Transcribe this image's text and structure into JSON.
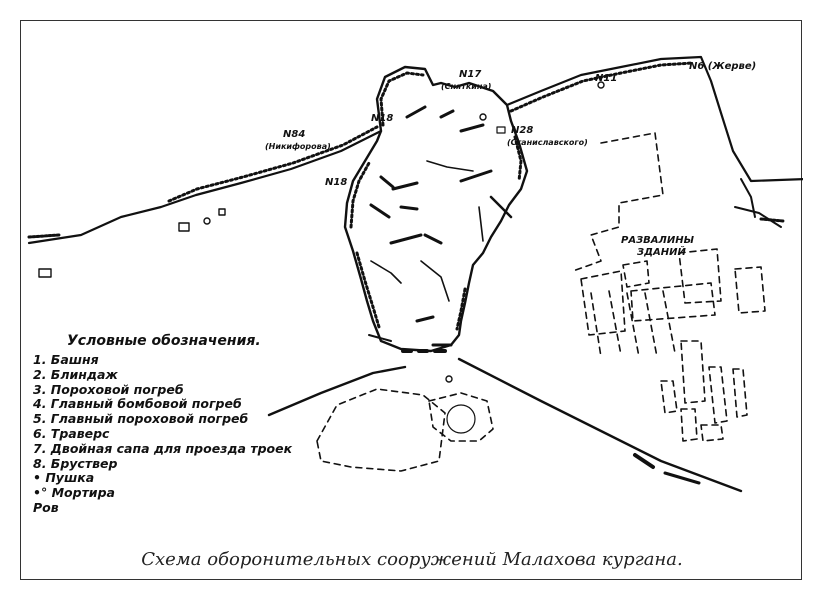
{
  "labels": {
    "n6": "N6 (Жерве)",
    "n11": "N11",
    "n17": "N17",
    "n17_sub": "(Сняткина)",
    "n18_top": "N18",
    "n18_left": "N18",
    "n84": "N84",
    "n84_sub": "(Никифорова)",
    "n28": "N28",
    "n28_sub": "(Станиславского)",
    "ruins_line1": "РАЗВАЛИНЫ",
    "ruins_line2": "ЗДАНИЙ"
  },
  "legend": {
    "title": "Условные обозначения.",
    "items": [
      "1. Башня",
      "2. Блиндаж",
      "3. Пороховой погреб",
      "4. Главный бомбовой погреб",
      "5. Главный пороховой погреб",
      "6. Траверс",
      "7. Двойная сапа для проезда троек",
      "8. Бруствер",
      "• Пушка",
      "•° Мортира",
      "Ров"
    ]
  },
  "caption": "Схема оборонительных сооружений Малахова кургана."
}
